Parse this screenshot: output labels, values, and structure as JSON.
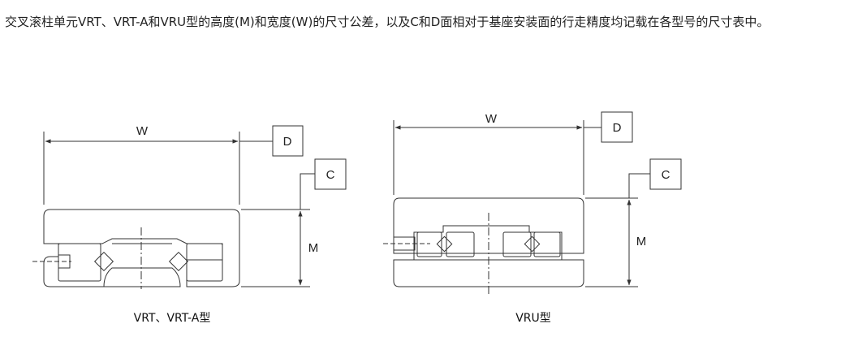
{
  "paragraph": "交叉滚柱单元VRT、VRT-A和VRU型的高度(M)和宽度(W)的尺寸公差，以及C和D面相对于基座安装面的行走精度均记载在各型号的尺寸表中。",
  "diagrams": {
    "vrt": {
      "label_w": "W",
      "label_m": "M",
      "label_c": "C",
      "label_d": "D",
      "caption": "VRT、VRT-A型"
    },
    "vru": {
      "label_w": "W",
      "label_m": "M",
      "label_c": "C",
      "label_d": "D",
      "caption": "VRU型"
    }
  },
  "colors": {
    "line": "#333333",
    "text": "#222222"
  }
}
